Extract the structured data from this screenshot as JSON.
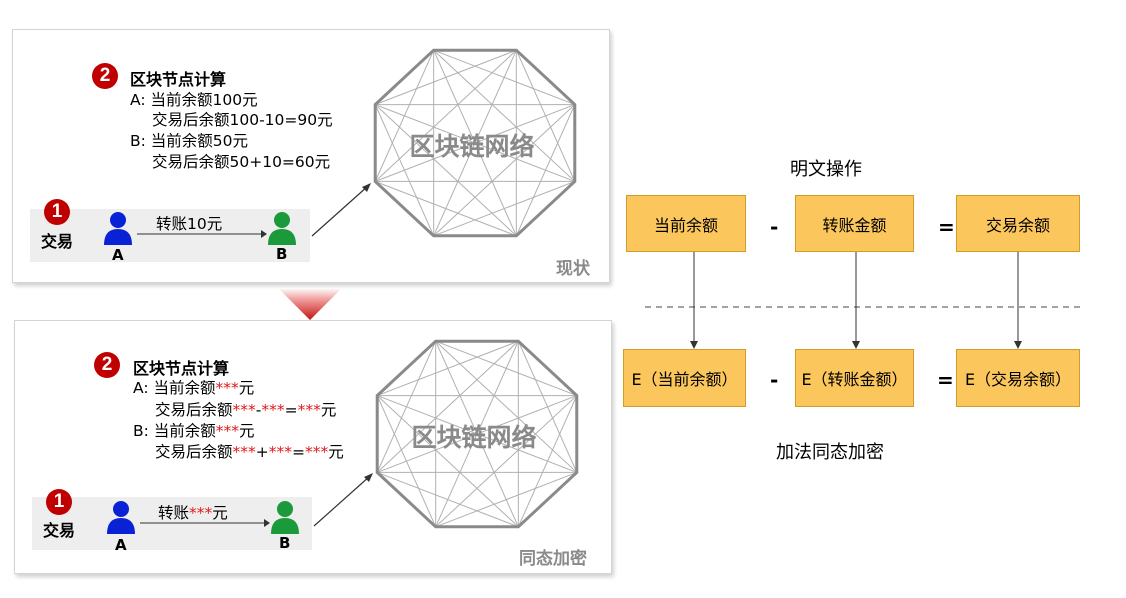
{
  "top_panel": {
    "step2_num": "2",
    "step2_title": "区块节点计算",
    "lines": [
      "A: 当前余额100元",
      "交易后余额100-10=90元",
      "B: 当前余额50元",
      "交易后余额50+10=60元"
    ],
    "step1_num": "1",
    "tx_label": "交易",
    "transfer": "转账10元",
    "user_a": "A",
    "user_b": "B",
    "network_label": "区块链网络",
    "status": "现状"
  },
  "bottom_panel": {
    "step2_num": "2",
    "step2_title": "区块节点计算",
    "a_prefix": "A: 当前余额",
    "mask": "***",
    "yuan": "元",
    "after_prefix": "交易后余额",
    "minus": "-",
    "plus": "+",
    "eq": "=",
    "b_prefix": "B: 当前余额",
    "step1_num": "1",
    "tx_label": "交易",
    "transfer_prefix": "转账",
    "user_a": "A",
    "user_b": "B",
    "network_label": "区块链网络",
    "status": "同态加密"
  },
  "right": {
    "plain_caption": "明文操作",
    "plain_boxes": [
      "当前余额",
      "转账金额",
      "交易余额"
    ],
    "plain_ops": [
      "-",
      "="
    ],
    "enc_boxes": [
      "E（当前余额）",
      "E（转账金额）",
      "E（交易余额）"
    ],
    "enc_ops": [
      "-",
      "="
    ],
    "enc_caption": "加法同态加密"
  },
  "colors": {
    "badge_red": "#c00000",
    "mask_red": "#e0191c",
    "box_fill": "#fbc65c",
    "user_a": "#0a22d6",
    "user_b": "#1a9a3a",
    "network": "#8a8a8a"
  }
}
